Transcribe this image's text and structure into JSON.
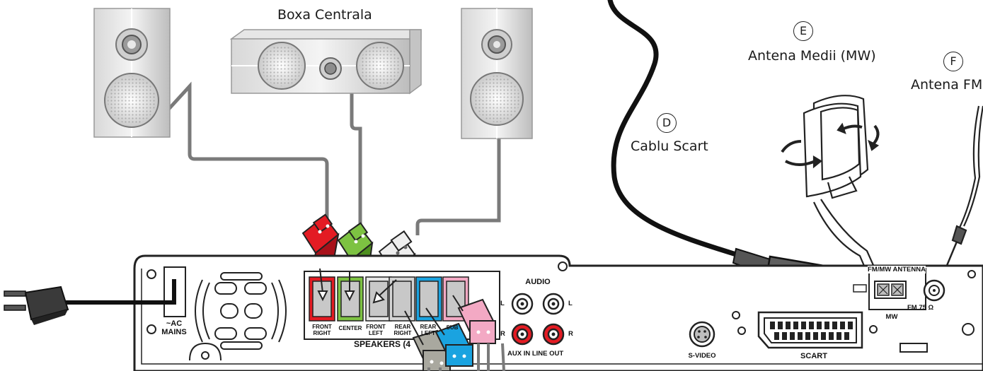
{
  "labels": {
    "center_speaker": "Boxa Centrala",
    "scart_cable": "Cablu Scart",
    "mw_antenna": "Antena Medii (MW)",
    "fm_antenna": "Antena FM"
  },
  "markers": {
    "d": "D",
    "e": "E",
    "f": "F"
  },
  "panel": {
    "ac_mains_line1": "~AC",
    "ac_mains_line2": "MAINS",
    "front_right_1": "FRONT",
    "front_right_2": "RIGHT",
    "center": "CENTER",
    "front_left_1": "FRONT",
    "front_left_2": "LEFT",
    "rear_right_1": "REAR",
    "rear_right_2": "RIGHT",
    "rear_left_1": "REAR",
    "rear_left_2": "LEFT",
    "sub": "SUB",
    "speakers": "SPEAKERS (4",
    "audio": "AUDIO",
    "l_left": "L",
    "l_right": "L",
    "r_left": "R",
    "r_right": "R",
    "aux_line": "AUX IN LINE OUT",
    "s_video": "S-VIDEO",
    "scart": "SCART",
    "fm_mw_antenna": "FM/MW ANTENNA",
    "mw": "MW",
    "fm_75": "FM 75 Ω"
  }
}
